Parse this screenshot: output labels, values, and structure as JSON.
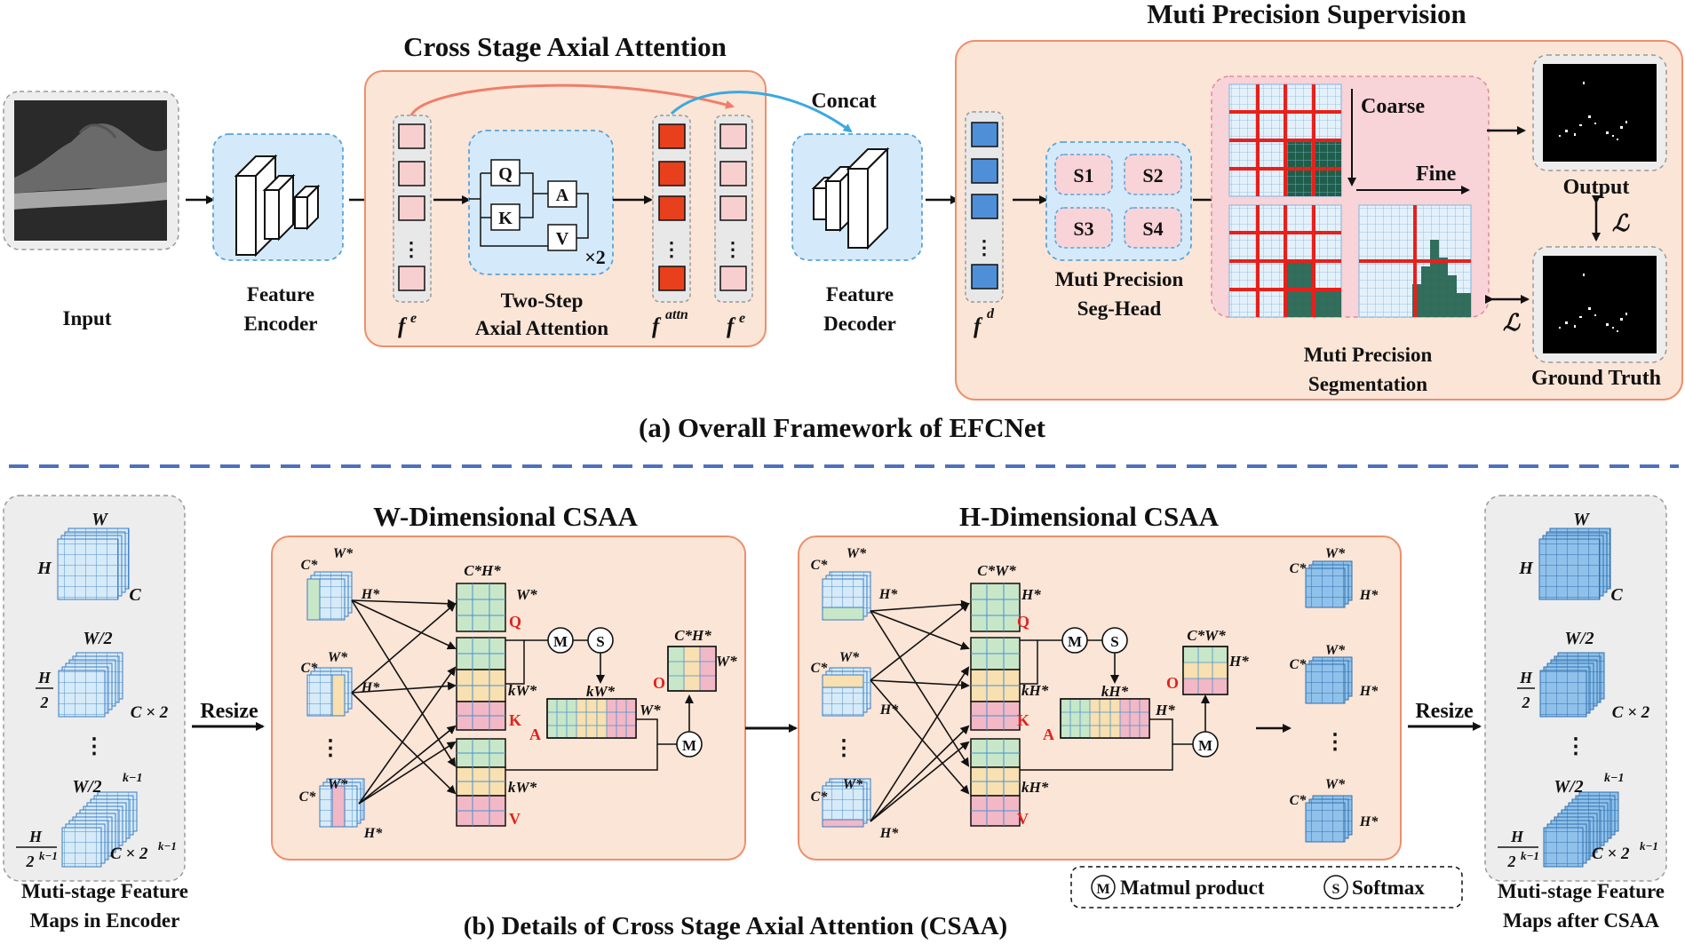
{
  "colors": {
    "panel_orange": "#fbe5d6",
    "panel_border": "#ee8f6d",
    "light_blue": "#cfe5f7",
    "dashed_blue": "#5aa3d8",
    "separator": "#4f6fbf",
    "pink_cell": "#f8cfcf",
    "red_cell": "#e8401c",
    "blue_cell": "#4f8fd8",
    "green_cell": "#1f5f4a",
    "red_grid": "#e8201c"
  },
  "top": {
    "input_label": "Input",
    "encoder_label_1": "Feature",
    "encoder_label_2": "Encoder",
    "csaa_title": "Cross Stage Axial Attention",
    "fe_label": "f",
    "fe_sup": "e",
    "q": "Q",
    "k": "K",
    "a": "A",
    "v": "V",
    "times2": "×2",
    "two_step_1": "Two-Step",
    "two_step_2": "Axial Attention",
    "fattn_label": "f",
    "fattn_sup": "attn",
    "concat": "Concat",
    "decoder_label_1": "Feature",
    "decoder_label_2": "Decoder",
    "fd_label": "f",
    "fd_sup": "d",
    "mps_title": "Muti Precision Supervision",
    "s1": "S1",
    "s2": "S2",
    "s3": "S3",
    "s4": "S4",
    "seghead_1": "Muti Precision",
    "seghead_2": "Seg-Head",
    "coarse": "Coarse",
    "fine": "Fine",
    "mpseg_1": "Muti Precision",
    "mpseg_2": "Segmentation",
    "output": "Output",
    "gt": "Ground Truth",
    "loss": "ℒ",
    "caption": "(a) Overall Framework of EFCNet"
  },
  "bottom": {
    "left_W": "W",
    "left_H": "H",
    "left_C": "C",
    "left_W2": "W/2",
    "left_H2_num": "H",
    "left_H2_den": "2",
    "left_C2": "C × 2",
    "left_Wk": "W/2",
    "left_Wk_sup": "k−1",
    "left_Hk_num": "H",
    "left_Hk_den": "2",
    "left_Hk_sup": "k−1",
    "left_Ck": "C × 2",
    "left_Ck_sup": "k−1",
    "left_caption_1": "Muti-stage Feature",
    "left_caption_2": "Maps in Encoder",
    "resize": "Resize",
    "w_title": "W-Dimensional CSAA",
    "h_title": "H-Dimensional CSAA",
    "cstar": "C*",
    "wstar": "W*",
    "hstar": "H*",
    "chstar": "C*H*",
    "cwstar": "C*W*",
    "kwstar": "kW*",
    "khstar": "kH*",
    "q": "Q",
    "k": "K",
    "v": "V",
    "a": "A",
    "o": "O",
    "m": "M",
    "s": "S",
    "legend_m": "Matmul product",
    "legend_s": "Softmax",
    "right_caption_1": "Muti-stage Feature",
    "right_caption_2": "Maps after CSAA",
    "dots": "⋮",
    "caption": "(b) Details of Cross Stage Axial Attention (CSAA)"
  }
}
